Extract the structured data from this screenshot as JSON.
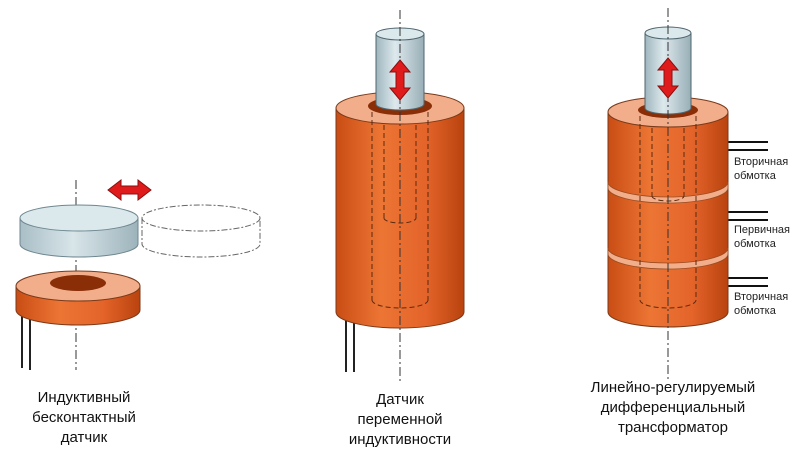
{
  "colors": {
    "coil_side": "#e8692a",
    "coil_top": "#f2ae8a",
    "coil_dark": "#8a2e08",
    "coil_outline": "#7a3a1a",
    "core": "#b8cdd4",
    "core_top": "#dbe8ec",
    "arrow": "#e01b1b"
  },
  "icons": {
    "motion_horizontal": "double-arrow-horizontal-icon",
    "motion_vertical": "double-arrow-vertical-icon"
  },
  "sensors": [
    {
      "id": "inductive-proximity",
      "caption": [
        "Индуктивный",
        "бесконтактный",
        "датчик"
      ]
    },
    {
      "id": "variable-inductance",
      "caption": [
        "Датчик",
        "переменной",
        "индуктивности"
      ]
    },
    {
      "id": "lvdt",
      "caption": [
        "Линейно-регулируемый",
        "дифференциальный",
        "трансформатор"
      ],
      "windings": [
        [
          "Вторичная",
          "обмотка"
        ],
        [
          "Первичная",
          "обмотка"
        ],
        [
          "Вторичная",
          "обмотка"
        ]
      ]
    }
  ]
}
